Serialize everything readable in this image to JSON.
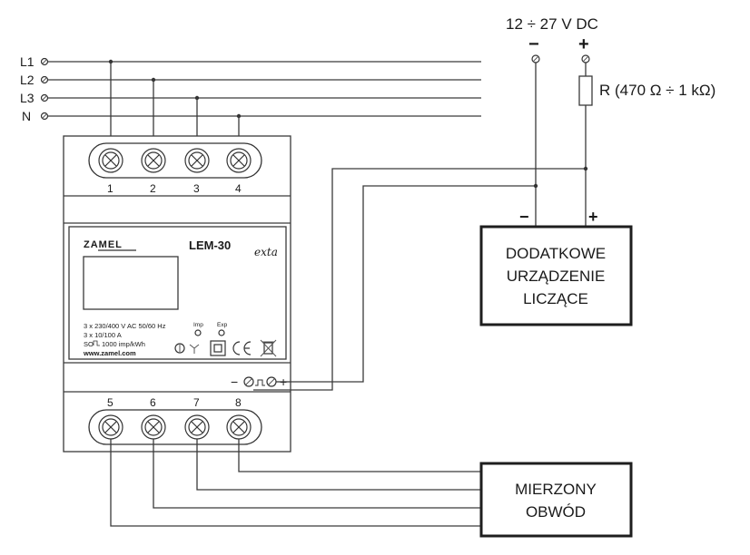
{
  "power_supply": {
    "voltage": "12 ÷ 27 V DC",
    "minus": "−",
    "plus": "+"
  },
  "resistor": {
    "label": "R (470 Ω ÷ 1 kΩ)"
  },
  "lines": [
    "L1",
    "L2",
    "L3",
    "N"
  ],
  "meter": {
    "brand": "zamel",
    "model": "LEM-30",
    "exta_logo": "exta",
    "top_terminals": [
      "1",
      "2",
      "3",
      "4"
    ],
    "bottom_terminals": [
      "5",
      "6",
      "7",
      "8"
    ],
    "spec_line1": "3 x 230/400 V AC 50/60 Hz",
    "spec_line2": "3 x 10/100 A",
    "spec_line3": "1000 imp/kWh",
    "website": "www.zamel.com",
    "led_imp": "Imp",
    "led_exp": "Exp",
    "pulse_minus": "−",
    "pulse_plus": "+",
    "icons": [
      "tri-phase-icon",
      "double-insulation-icon",
      "ce-mark-icon",
      "weee-bin-icon"
    ]
  },
  "counter_device": {
    "line1": "DODATKOWE",
    "line2": "URZĄDZENIE",
    "line3": "LICZĄCE",
    "minus": "−",
    "plus": "+"
  },
  "measured_circuit": {
    "line1": "MIERZONY",
    "line2": "OBWÓD"
  }
}
